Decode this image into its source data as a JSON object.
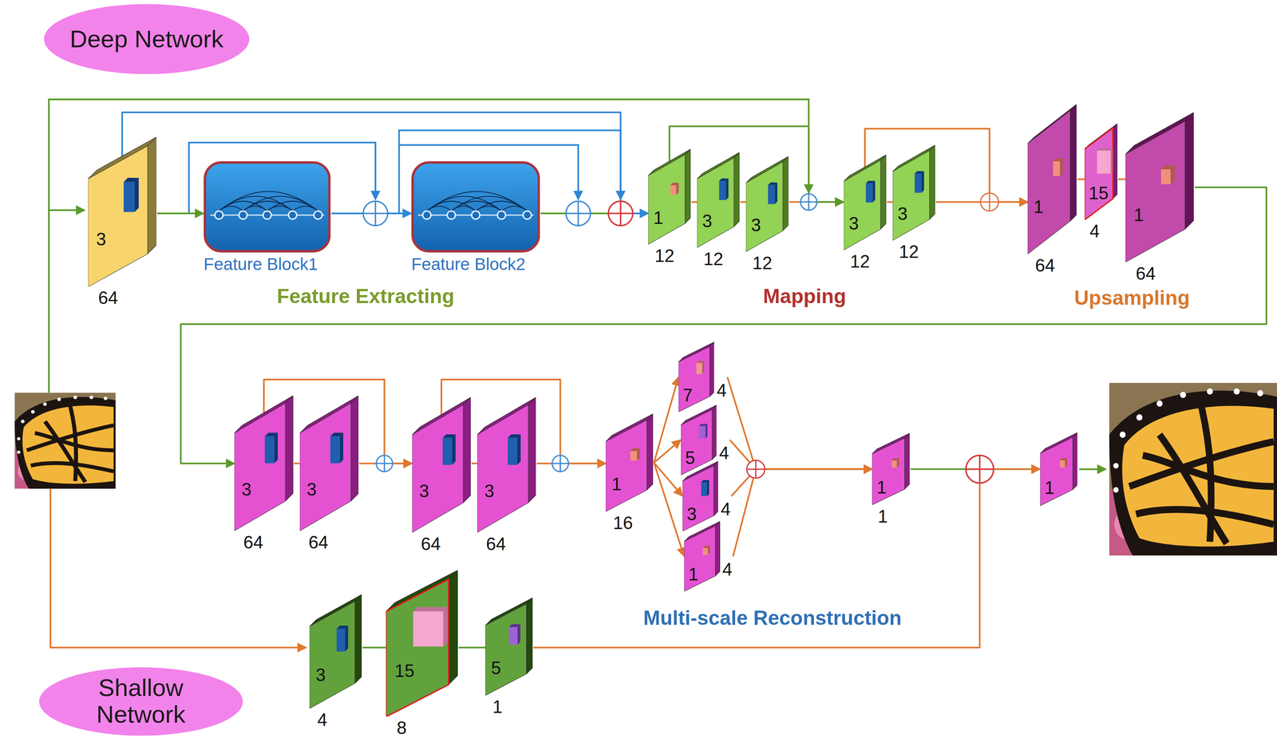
{
  "diagram": {
    "nodes": [
      {
        "text": [
          "Deep Network"
        ]
      },
      {
        "text": [
          "3",
          "64"
        ]
      },
      {
        "text": [
          "Feature Block1"
        ]
      },
      {
        "text": [
          "Feature Block2"
        ]
      },
      {
        "text": [
          "1",
          "12"
        ]
      },
      {
        "text": [
          "3",
          "12"
        ]
      },
      {
        "text": [
          "3",
          "12"
        ]
      },
      {
        "text": [
          "3",
          "12"
        ]
      },
      {
        "text": [
          "3",
          "12"
        ]
      },
      {
        "text": [
          "1",
          "64"
        ]
      },
      {
        "text": [
          "15",
          "4"
        ]
      },
      {
        "text": [
          "1",
          "64"
        ]
      },
      {
        "text": [
          "3",
          "64"
        ]
      },
      {
        "text": [
          "3",
          "64"
        ]
      },
      {
        "text": [
          "3",
          "64"
        ]
      },
      {
        "text": [
          "3",
          "64"
        ]
      },
      {
        "text": [
          "1",
          "16"
        ]
      },
      {
        "text": [
          "7",
          "4"
        ]
      },
      {
        "text": [
          "5",
          "4"
        ]
      },
      {
        "text": [
          "3",
          "4"
        ]
      },
      {
        "text": [
          "1",
          "4"
        ]
      },
      {
        "text": [
          "1",
          "1"
        ]
      },
      {
        "text": [
          "1"
        ]
      },
      {
        "text": [
          "Shallow Network"
        ]
      },
      {
        "text": [
          "3",
          "4"
        ]
      },
      {
        "text": [
          "15",
          "8"
        ]
      },
      {
        "text": [
          "5",
          "1"
        ]
      }
    ],
    "edges": [
      {
        "from": 1,
        "to": 2,
        "arrow": "to"
      },
      {
        "from": 2,
        "to": 3,
        "arrow": "to"
      },
      {
        "from": 3,
        "to": 4,
        "arrow": "to"
      },
      {
        "from": 1,
        "to": 4,
        "arrow": "to"
      },
      {
        "from": 4,
        "to": 5,
        "arrow": "none"
      },
      {
        "from": 5,
        "to": 6,
        "arrow": "none"
      },
      {
        "from": 6,
        "to": 7,
        "arrow": "to"
      },
      {
        "from": 4,
        "to": 7,
        "arrow": "to"
      },
      {
        "from": 7,
        "to": 8,
        "arrow": "none"
      },
      {
        "from": 8,
        "to": 9,
        "arrow": "to"
      },
      {
        "from": 7,
        "to": 9,
        "arrow": "to"
      },
      {
        "from": 9,
        "to": 10,
        "arrow": "none"
      },
      {
        "from": 10,
        "to": 11,
        "arrow": "none"
      },
      {
        "from": 11,
        "to": 12,
        "arrow": "to"
      },
      {
        "from": 12,
        "to": 13,
        "arrow": "none"
      },
      {
        "from": 13,
        "to": 14,
        "arrow": "to"
      },
      {
        "from": 12,
        "to": 14,
        "arrow": "to"
      },
      {
        "from": 14,
        "to": 15,
        "arrow": "none"
      },
      {
        "from": 15,
        "to": 16,
        "arrow": "to"
      },
      {
        "from": 14,
        "to": 16,
        "arrow": "to"
      },
      {
        "from": 16,
        "to": 17,
        "arrow": "to"
      },
      {
        "from": 16,
        "to": 18,
        "arrow": "to"
      },
      {
        "from": 16,
        "to": 19,
        "arrow": "to"
      },
      {
        "from": 16,
        "to": 20,
        "arrow": "to"
      },
      {
        "from": 17,
        "to": 21,
        "arrow": "to"
      },
      {
        "from": 18,
        "to": 21,
        "arrow": "to"
      },
      {
        "from": 19,
        "to": 21,
        "arrow": "to"
      },
      {
        "from": 20,
        "to": 21,
        "arrow": "to"
      },
      {
        "from": 21,
        "to": 22,
        "arrow": "to"
      },
      {
        "from": 26,
        "to": 22,
        "arrow": "to"
      },
      {
        "from": 24,
        "to": 25,
        "arrow": "none"
      },
      {
        "from": 25,
        "to": 26,
        "arrow": "none"
      }
    ],
    "labels": [
      "Feature Extracting",
      "Mapping",
      "Upsampling",
      "Multi-scale Reconstruction"
    ]
  }
}
